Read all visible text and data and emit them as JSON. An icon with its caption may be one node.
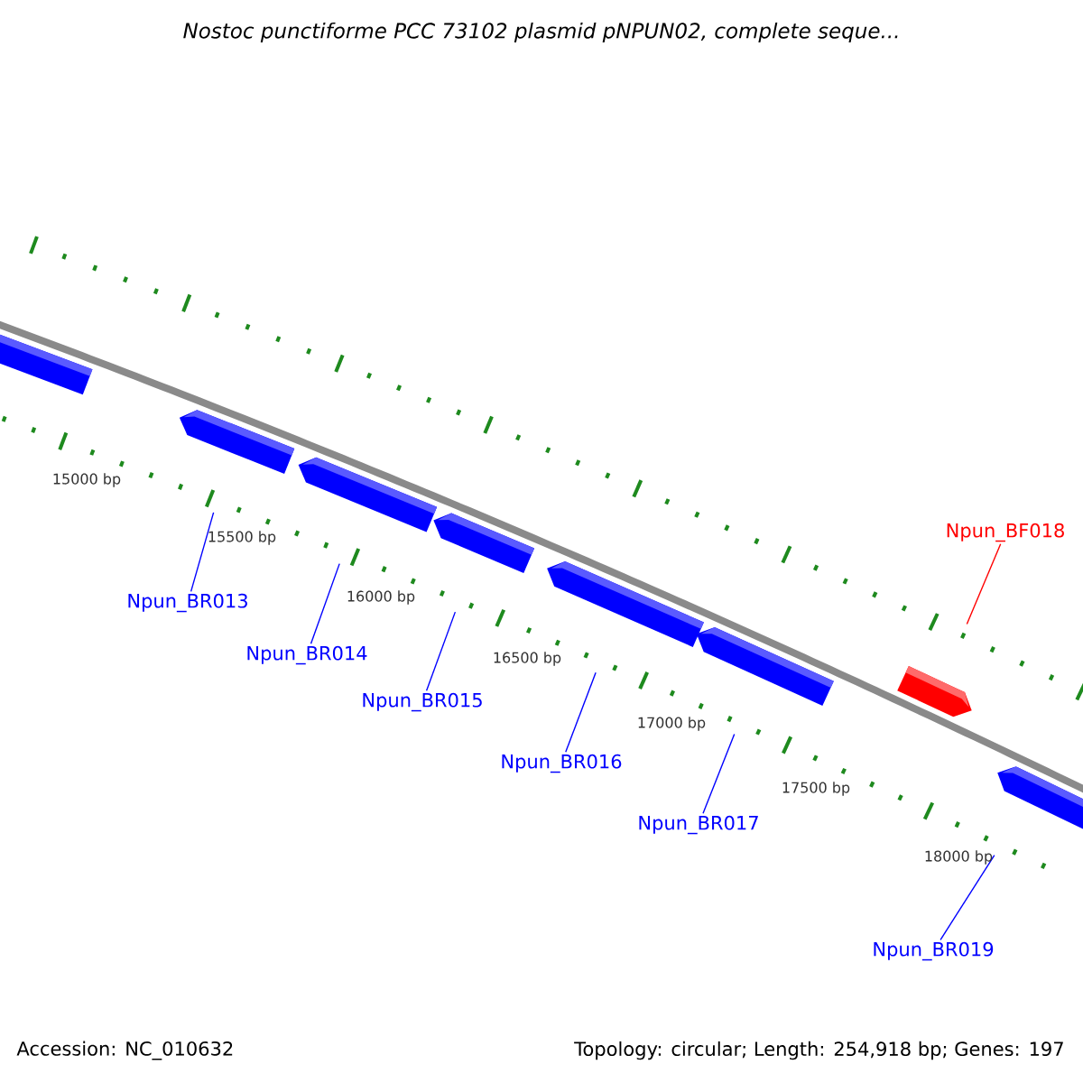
{
  "diagram": {
    "title": "Nostoc punctiforme PCC 73102 plasmid pNPUN02, complete seque...",
    "nodes": [
      {
        "text": [],
        "shape": "arrow"
      },
      {
        "text": [],
        "shape": "arrow"
      },
      {
        "text": [],
        "shape": "arrow"
      },
      {
        "text": [],
        "shape": "arrow"
      },
      {
        "text": [],
        "shape": "arrow"
      },
      {
        "text": [],
        "shape": "arrow"
      },
      {
        "text": [],
        "shape": "arrow"
      },
      {
        "text": [],
        "shape": "arrow"
      },
      {
        "text": [
          "Npun_BR013"
        ]
      },
      {
        "text": [
          "Npun_BR014"
        ]
      },
      {
        "text": [
          "Npun_BR015"
        ]
      },
      {
        "text": [
          "Npun_BR016"
        ]
      },
      {
        "text": [
          "Npun_BR017"
        ]
      },
      {
        "text": [
          "Npun_BF018"
        ]
      },
      {
        "text": [
          "Npun_BR019"
        ]
      }
    ],
    "edges": [
      {
        "from": 8,
        "to": 1,
        "arrow": "none"
      },
      {
        "from": 9,
        "to": 2,
        "arrow": "none"
      },
      {
        "from": 10,
        "to": 3,
        "arrow": "none"
      },
      {
        "from": 11,
        "to": 4,
        "arrow": "none"
      },
      {
        "from": 12,
        "to": 5,
        "arrow": "none"
      },
      {
        "from": 13,
        "to": 6,
        "arrow": "none",
        "color": "#ff0000"
      },
      {
        "from": 14,
        "to": 7,
        "arrow": "none"
      }
    ],
    "labels": [
      "15000 bp",
      "15500 bp",
      "16000 bp",
      "16500 bp",
      "17000 bp",
      "17500 bp",
      "18000 bp",
      "Accession: NC_010632",
      "Topology: circular; Length: 254,918 bp; Genes: 197"
    ]
  }
}
